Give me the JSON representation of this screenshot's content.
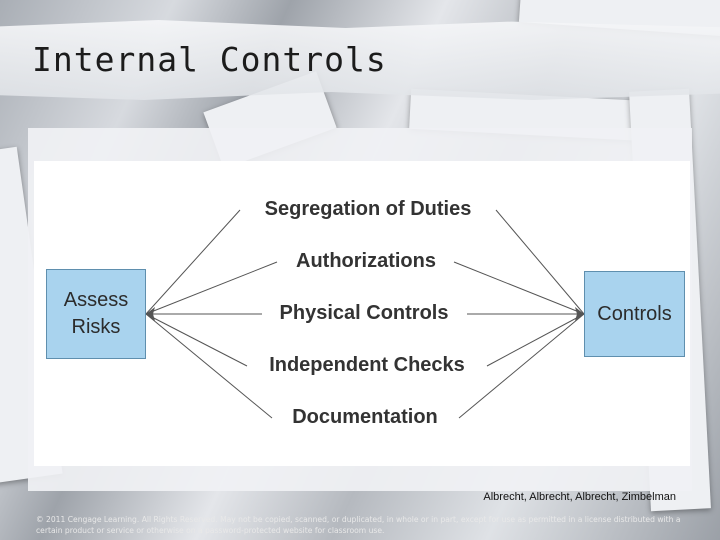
{
  "slide": {
    "title": "Internal Controls",
    "credit": "Albrecht, Albrecht, Albrecht, Zimbelman",
    "copyright": "© 2011 Cengage Learning. All Rights Reserved. May not be copied, scanned, or duplicated, in whole or in part, except for use as permitted in a license distributed with a certain product or service or otherwise on a password-protected website for classroom use."
  },
  "diagram": {
    "source": "Assess Risks",
    "target": "Controls",
    "items": [
      "Segregation of Duties",
      "Authorizations",
      "Physical Controls",
      "Independent Checks",
      "Documentation"
    ]
  }
}
